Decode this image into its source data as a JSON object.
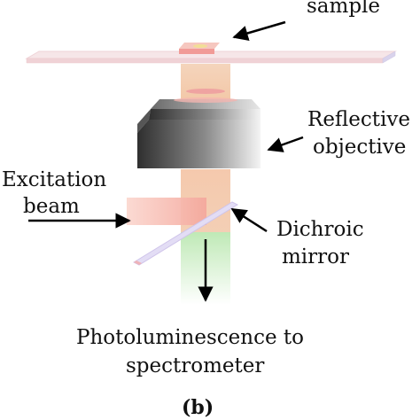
{
  "labels": {
    "sample": "sample",
    "reflective": "Reflective",
    "objective": "objective",
    "excitation": "Excitation",
    "beam": "beam",
    "dichroic": "Dichroic",
    "mirror": "mirror",
    "photoluminescence": "Photoluminescence to",
    "spectrometer": "spectrometer",
    "panel": "(b)"
  },
  "colors": {
    "stage": "#f3dfe2",
    "sample": "#f0a3a3",
    "beam_upper": "#f2c7a6",
    "beam_lower": "#f5c8b0",
    "excitation": "#f7b7aa",
    "photoluminescence": "#cfeec7",
    "objective_dark": "#3a3a3a",
    "mirror": "#dcd6f2",
    "arrow": "#000000"
  }
}
